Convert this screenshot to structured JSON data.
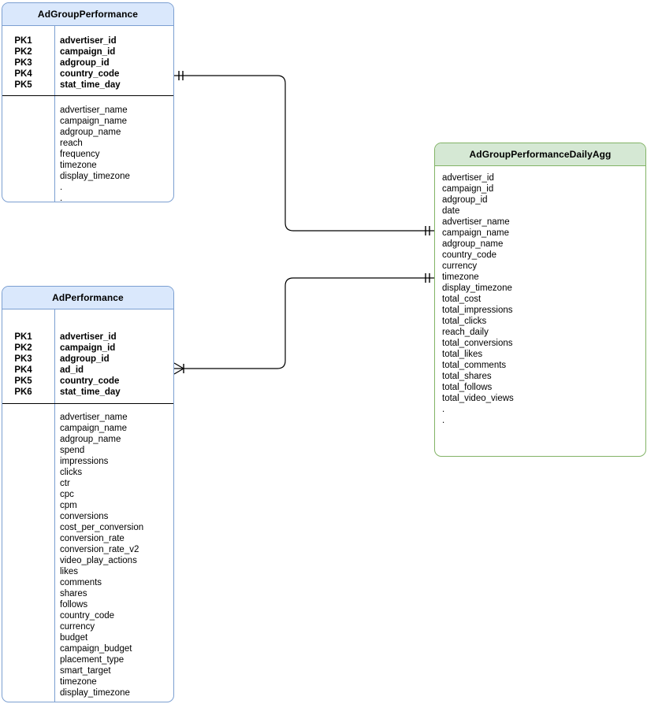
{
  "diagram": {
    "type": "entity-relationship-diagram",
    "background": "#ffffff",
    "colors": {
      "blue_header_fill": "#dae8fc",
      "blue_border": "#7b9fd1",
      "green_header_fill": "#d5e8d4",
      "green_border": "#82b366",
      "edge_stroke": "#000000"
    }
  },
  "entities": [
    {
      "id": "adgroup_performance",
      "title": "AdGroupPerformance",
      "style": "blue",
      "keys": [
        {
          "label": "PK1",
          "field": "advertiser_id"
        },
        {
          "label": "PK2",
          "field": "campaign_id"
        },
        {
          "label": "PK3",
          "field": "adgroup_id"
        },
        {
          "label": "PK4",
          "field": "country_code"
        },
        {
          "label": "PK5",
          "field": "stat_time_day"
        }
      ],
      "attributes": [
        "advertiser_name",
        "campaign_name",
        "adgroup_name",
        "reach",
        "frequency",
        "timezone",
        "display_timezone",
        ".",
        "."
      ]
    },
    {
      "id": "ad_performance",
      "title": "AdPerformance",
      "style": "blue",
      "keys": [
        {
          "label": "PK1",
          "field": "advertiser_id"
        },
        {
          "label": "PK2",
          "field": "campaign_id"
        },
        {
          "label": "PK3",
          "field": "adgroup_id"
        },
        {
          "label": "PK4",
          "field": "ad_id"
        },
        {
          "label": "PK5",
          "field": "country_code"
        },
        {
          "label": "PK6",
          "field": "stat_time_day"
        }
      ],
      "attributes": [
        "advertiser_name",
        "campaign_name",
        "adgroup_name",
        "spend",
        "impressions",
        "clicks",
        "ctr",
        "cpc",
        "cpm",
        "conversions",
        "cost_per_conversion",
        "conversion_rate",
        "conversion_rate_v2",
        "video_play_actions",
        "likes",
        "comments",
        "shares",
        "follows",
        "country_code",
        "currency",
        "budget",
        "campaign_budget",
        "placement_type",
        "smart_target",
        "timezone",
        "display_timezone",
        ".",
        "."
      ]
    },
    {
      "id": "adgroup_performance_daily_agg",
      "title": "AdGroupPerformanceDailyAgg",
      "style": "green",
      "keys": [],
      "attributes": [
        "advertiser_id",
        "campaign_id",
        "adgroup_id",
        "date",
        "advertiser_name",
        "campaign_name",
        "adgroup_name",
        "country_code",
        "currency",
        "timezone",
        "display_timezone",
        "total_cost",
        "total_impressions",
        "total_clicks",
        "reach_daily",
        "total_conversions",
        "total_likes",
        "total_comments",
        "total_shares",
        "total_follows",
        "total_video_views",
        ".",
        "."
      ]
    }
  ],
  "relationships": [
    {
      "id": "edge-adgroupperformance-to-dailyagg",
      "from": "adgroup_performance",
      "to": "adgroup_performance_daily_agg",
      "from_cardinality": "exactly-one",
      "to_cardinality": "exactly-one"
    },
    {
      "id": "edge-adperformance-to-dailyagg",
      "from": "ad_performance",
      "to": "adgroup_performance_daily_agg",
      "from_cardinality": "many",
      "to_cardinality": "exactly-one"
    }
  ]
}
